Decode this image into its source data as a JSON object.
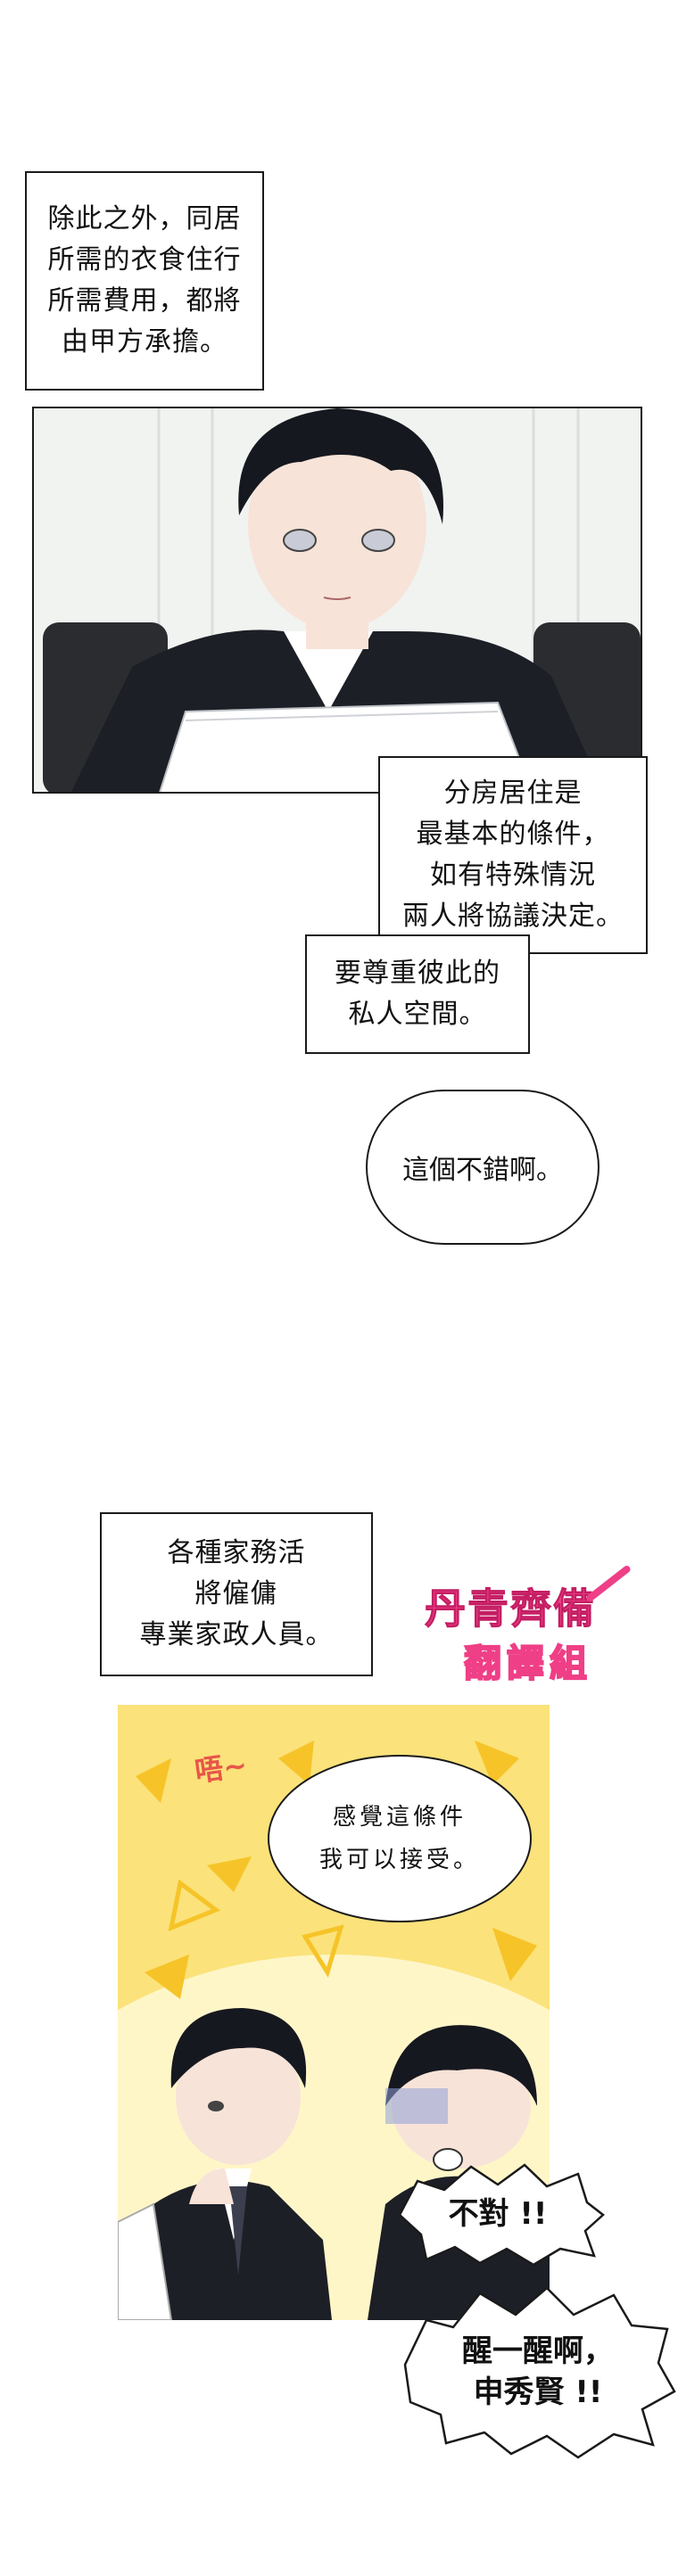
{
  "page": {
    "caption_1": "除此之外，同居\n所需的衣食住行\n所需費用，都將\n由甲方承擔。",
    "caption_2": "分房居住是\n最基本的條件，\n如有特殊情況\n兩人將協議決定。",
    "caption_3": "要尊重彼此的\n私人空間。",
    "bubble_1": "這個不錯啊。",
    "caption_4": "各種家務活\n將僱傭\n專業家政人員。",
    "watermark_line1": "丹青齊備",
    "watermark_line2": "翻譯組",
    "sfx_hmm": "唔~",
    "bubble_2": "感覺這條件\n我可以接受。",
    "shout_1": "不對 !!",
    "shout_2": "醒一醒啊，\n申秀賢 !!"
  },
  "colors": {
    "panel_yellow": "#fbe27a",
    "panel_light": "#fff6c8",
    "triangle": "#f6c428",
    "suit": "#1d1f26",
    "hair": "#16181f",
    "skin": "#f8e3d8",
    "watermark_pink": "#ef3f86",
    "sfx_red": "#e8554a"
  }
}
